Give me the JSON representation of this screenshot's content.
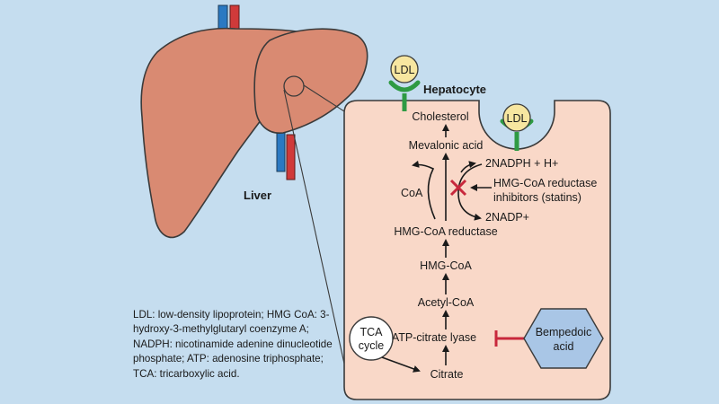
{
  "colors": {
    "background": "#c5ddef",
    "liver": "#d98a72",
    "liver_outline": "#3a3a3a",
    "cell_fill": "#f9d8c8",
    "receptor": "#2e9a43",
    "ldl_fill": "#f7e6a0",
    "inhibit": "#c8283c",
    "drug_fill": "#a9c6e6",
    "vessel_blue": "#2b79c2",
    "vessel_red": "#d03a3a"
  },
  "liver": {
    "label": "Liver"
  },
  "cell": {
    "title": "Hepatocyte"
  },
  "ldl": [
    "LDL",
    "LDL"
  ],
  "pathway": {
    "cholesterol": "Cholesterol",
    "mevalonic_acid": "Mevalonic acid",
    "coa": "CoA",
    "nadph": "2NADPH + H+",
    "statins_line1": "HMG-CoA reductase",
    "statins_line2": "inhibitors (statins)",
    "nadp": "2NADP+",
    "hmg_reductase": "HMG-CoA reductase",
    "hmg_coa": "HMG-CoA",
    "acetyl_coa": "Acetyl-CoA",
    "acl": "ATP-citrate lyase",
    "citrate": "Citrate",
    "tca_line1": "TCA",
    "tca_line2": "cycle",
    "drug_line1": "Bempedoic",
    "drug_line2": "acid"
  },
  "abbreviations": "LDL: low-density lipoprotein; HMG CoA: 3-hydroxy-3-methylglutaryl coenzyme A; NADPH: nicotinamide adenine dinucleotide phosphate; ATP: adenosine triphosphate; TCA: tricarboxylic acid."
}
